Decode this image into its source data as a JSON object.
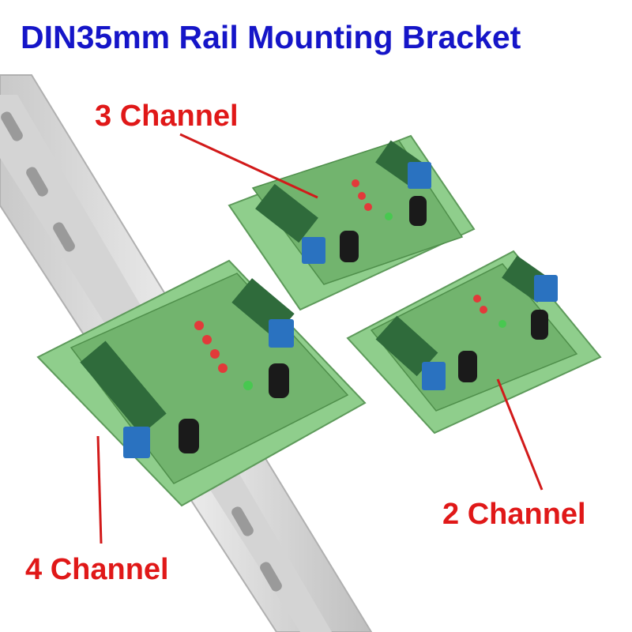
{
  "title": "DIN35mm Rail Mounting Bracket",
  "labels": {
    "three_channel": "3 Channel",
    "two_channel": "2 Channel",
    "four_channel": "4 Channel"
  },
  "colors": {
    "title": "#1515c8",
    "labels": "#e01818",
    "pointer_lines": "#d21a1a",
    "pcb": "#72b46e",
    "bracket": "#8fce8c",
    "rail": "#dcdcdc",
    "terminal_block": "#2f6b3b",
    "screw_terminal": "#2a72c0",
    "capacitor": "#1a1a1a",
    "led_red": "#e23a3a",
    "led_green": "#48c850"
  }
}
